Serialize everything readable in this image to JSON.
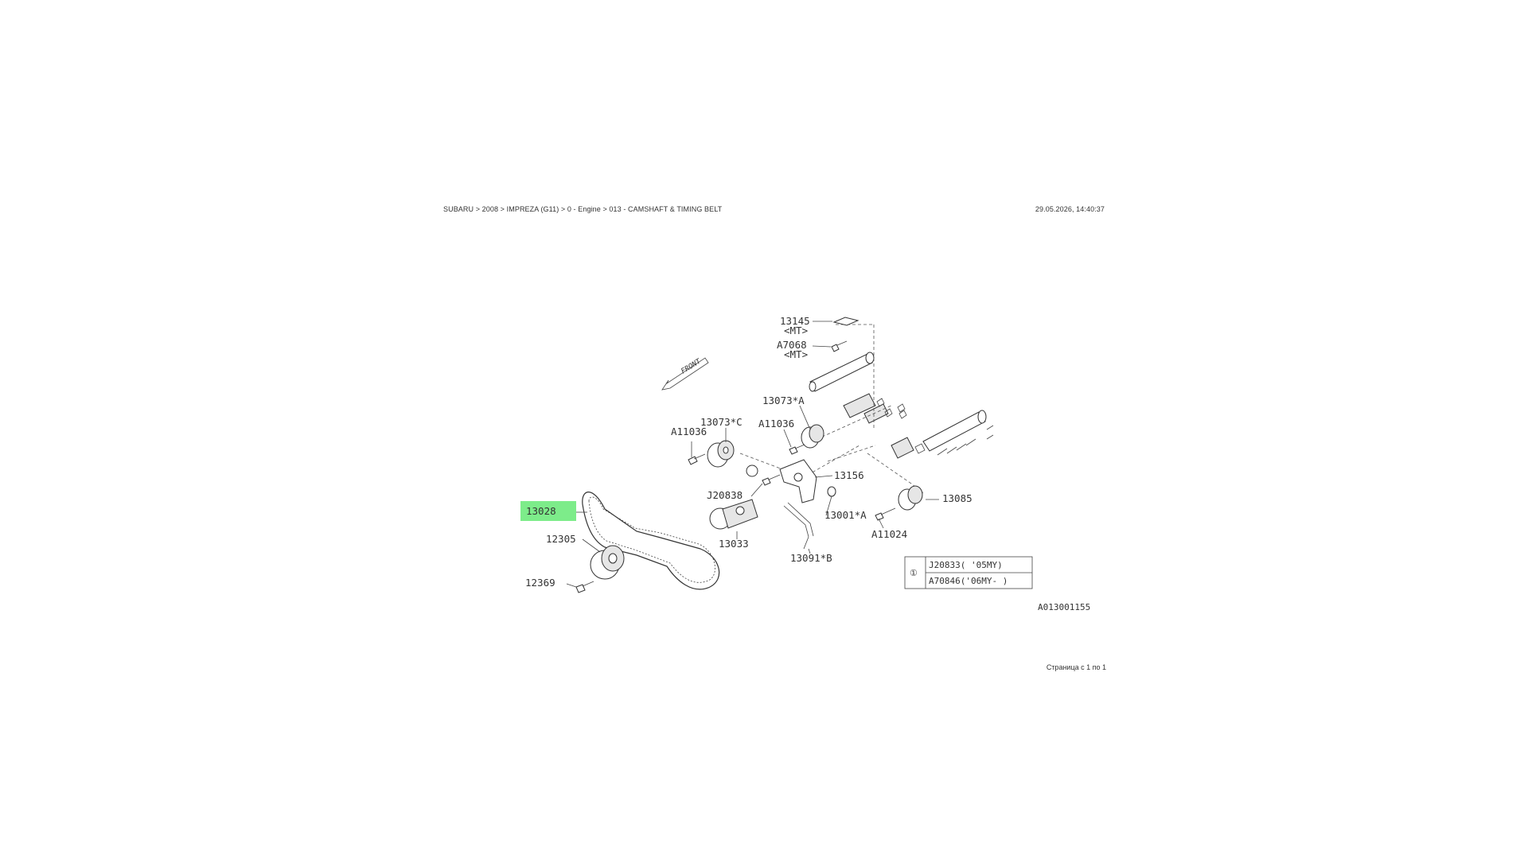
{
  "header": {
    "breadcrumb": "SUBARU > 2008 > IMPREZA (G11) > 0 - Engine > 013 - CAMSHAFT & TIMING BELT",
    "timestamp": "29.05.2026, 14:40:37"
  },
  "footer": {
    "page_label": "Страница с 1 по 1"
  },
  "diagram": {
    "highlight_color": "#7dec8a",
    "front_label": "FRONT",
    "drawing_code": "A013001155",
    "callouts": {
      "p13145": "13145",
      "p13145_sub": "<MT>",
      "pA7068": "A7068",
      "pA7068_sub": "<MT>",
      "p13073A": "13073*A",
      "p13073C": "13073*C",
      "pA11036a": "A11036",
      "pA11036b": "A11036",
      "p13156": "13156",
      "pJ20838": "J20838",
      "p13001A": "13001*A",
      "p13085": "13085",
      "pA11024": "A11024",
      "p13028": "13028",
      "p12305": "12305",
      "p13033": "13033",
      "p13091B": "13091*B",
      "p12369": "12369"
    },
    "legend": {
      "symbol": "①",
      "row1": "J20833( '05MY)",
      "row2": "A70846('06MY- )"
    }
  }
}
